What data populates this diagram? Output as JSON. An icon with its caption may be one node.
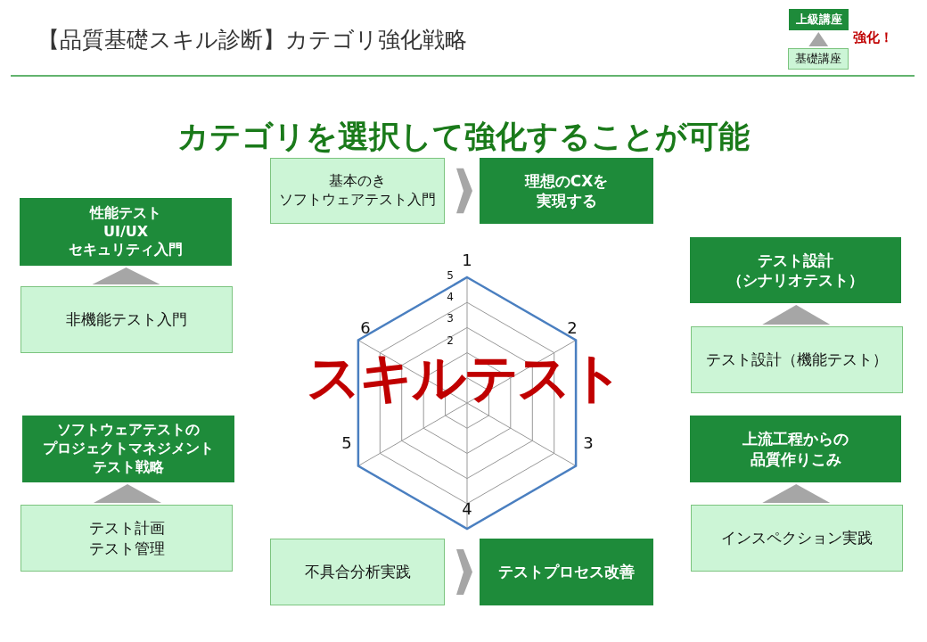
{
  "diagram": {
    "title": "【品質基礎スキル診断】カテゴリ強化戦略",
    "nodes": [
      {
        "text": [
          "上級講座"
        ]
      },
      {
        "text": [
          "基礎講座"
        ]
      },
      {
        "text": [
          "基本のき",
          "ソフトウェアテスト入門"
        ]
      },
      {
        "text": [
          "理想のCXを実現する"
        ]
      },
      {
        "text": [
          "性能テスト",
          "UI/UX",
          "セキュリティ入門"
        ]
      },
      {
        "text": [
          "非機能テスト入門"
        ]
      },
      {
        "text": [
          "ソフトウェアテストの",
          "プロジェクトマネジメント",
          "テスト戦略"
        ]
      },
      {
        "text": [
          "テスト計画",
          "テスト管理"
        ]
      },
      {
        "text": [
          "テスト設計",
          "（シナリオテスト）"
        ]
      },
      {
        "text": [
          "テスト設計（機能テスト）"
        ]
      },
      {
        "text": [
          "上流工程からの品質作りこみ"
        ]
      },
      {
        "text": [
          "インスペクション実践"
        ]
      },
      {
        "text": [
          "不具合分析実践"
        ]
      },
      {
        "text": [
          "テストプロセス改善"
        ]
      }
    ],
    "edges": [
      {
        "from": 1,
        "to": 0,
        "arrow": "to"
      },
      {
        "from": 2,
        "to": 3,
        "arrow": "to"
      },
      {
        "from": 5,
        "to": 4,
        "arrow": "to"
      },
      {
        "from": 7,
        "to": 6,
        "arrow": "to"
      },
      {
        "from": 9,
        "to": 8,
        "arrow": "to"
      },
      {
        "from": 11,
        "to": 10,
        "arrow": "to"
      },
      {
        "from": 12,
        "to": 13,
        "arrow": "to"
      }
    ],
    "labels": [
      "強化！",
      "カテゴリを選択して強化することが可能",
      "1",
      "2",
      "3",
      "4",
      "5",
      "6",
      "5",
      "4",
      "3",
      "2",
      "スキルテスト"
    ]
  }
}
